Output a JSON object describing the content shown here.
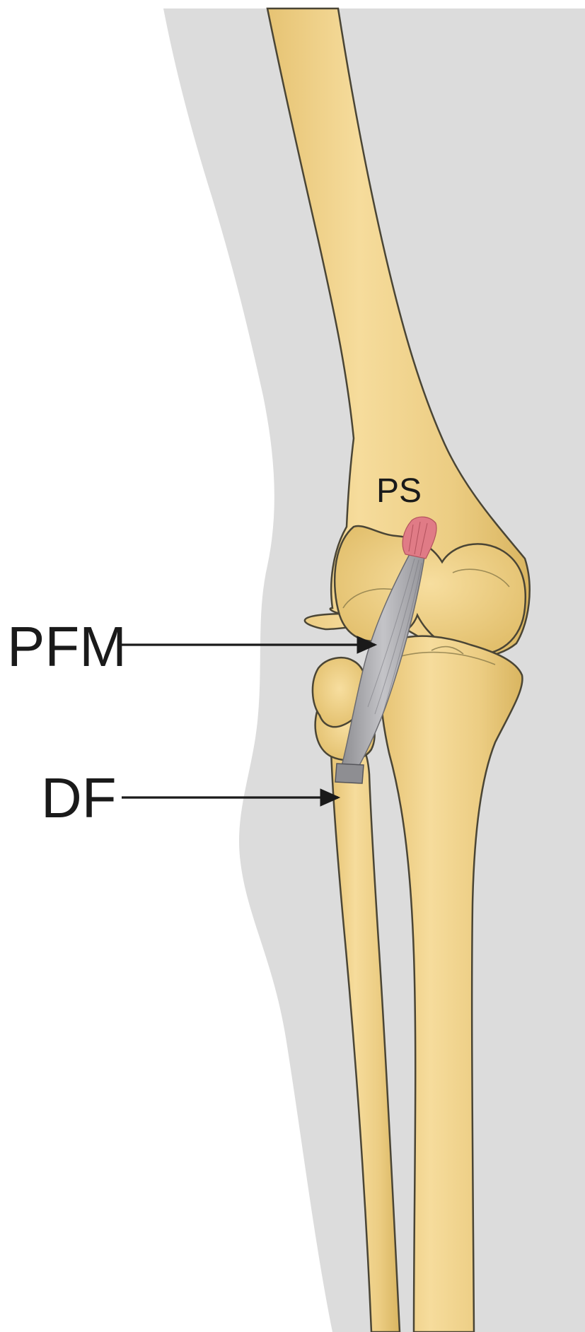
{
  "labels": {
    "ps": "PS",
    "pfm": "PFM",
    "df": "DF"
  },
  "colors": {
    "background": "#ffffff",
    "soft_tissue": "#dcdcdc",
    "bone_fill": "#f0d48e",
    "bone_shade": "#d9b560",
    "bone_outline": "#4a4535",
    "muscle": "#a9a9ad",
    "muscle_origin": "#e07b86",
    "text": "#1a1a1a"
  }
}
